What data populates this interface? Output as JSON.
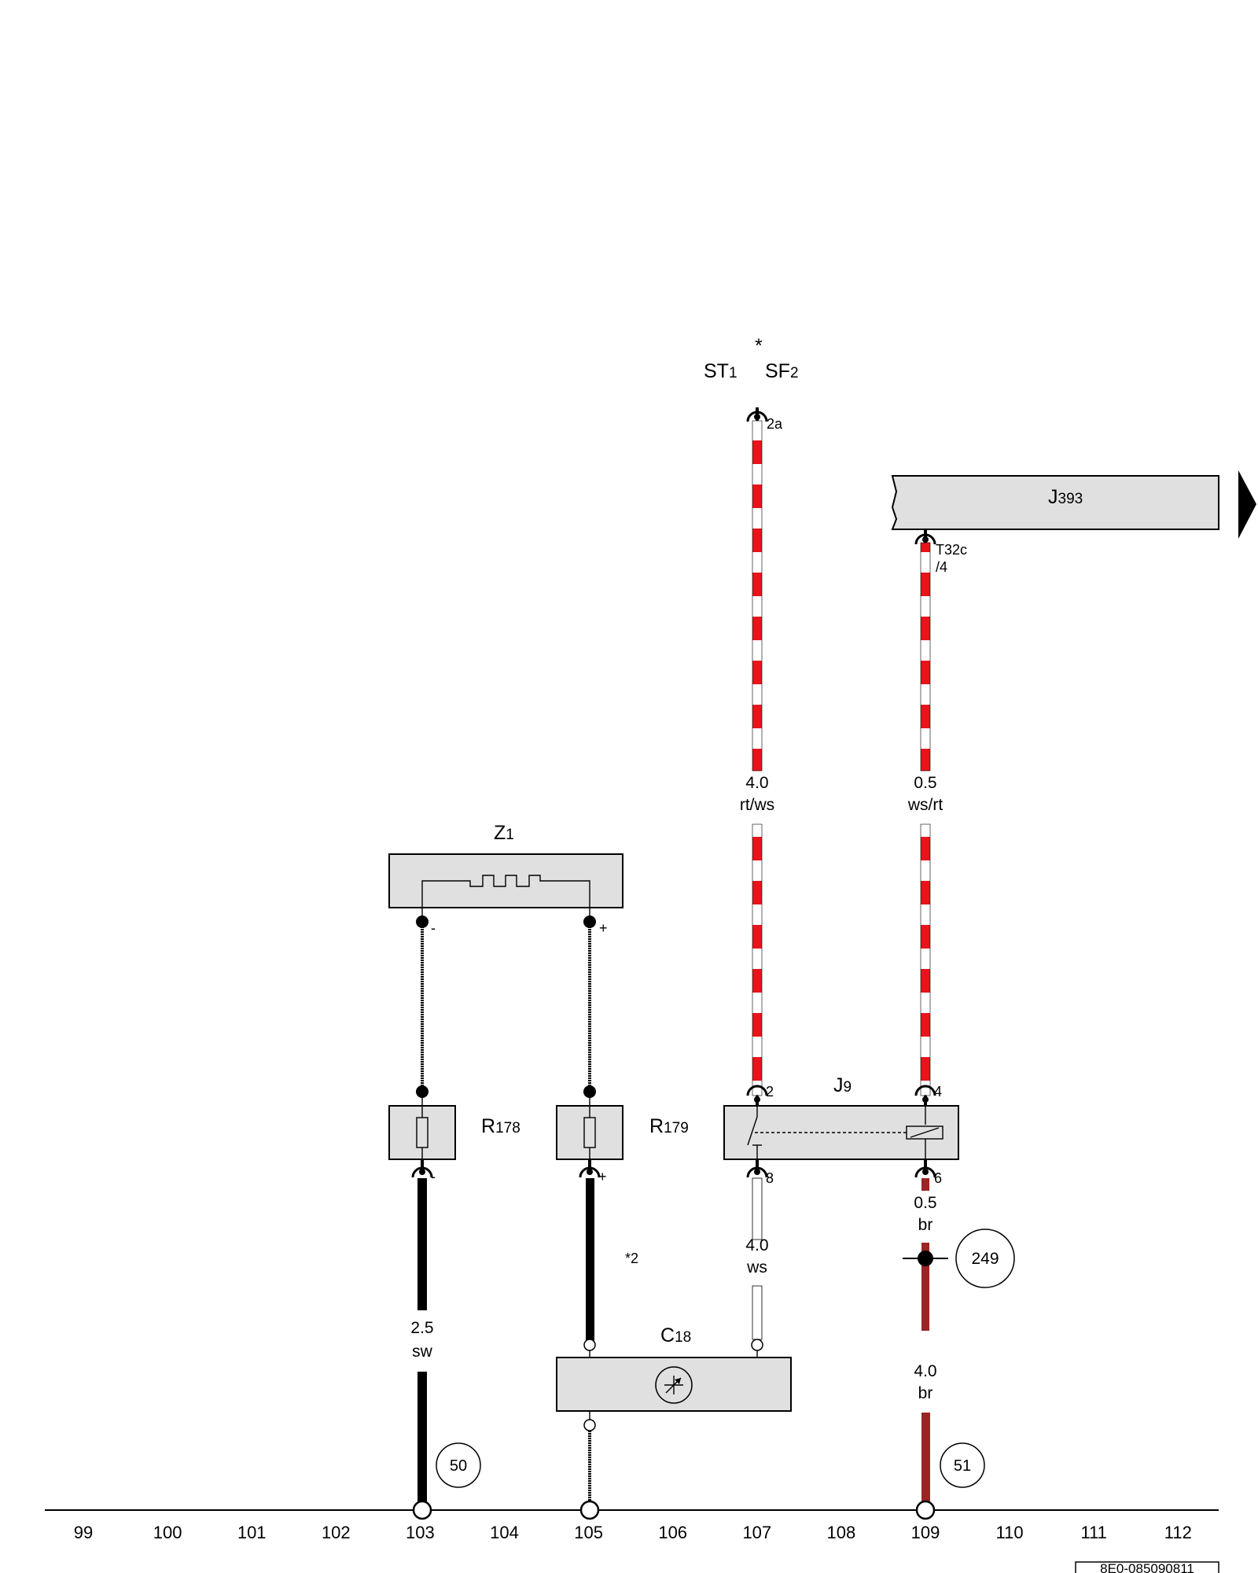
{
  "components": {
    "st1": {
      "main": "ST",
      "sub": "1"
    },
    "sf2": {
      "main": "SF",
      "sub": "2"
    },
    "star": "*",
    "j393": {
      "main": "J",
      "sub": "393"
    },
    "z1": {
      "main": "Z",
      "sub": "1"
    },
    "r178": {
      "main": "R",
      "sub": "178"
    },
    "r179": {
      "main": "R",
      "sub": "179"
    },
    "j9": {
      "main": "J",
      "sub": "9"
    },
    "c18": {
      "main": "C",
      "sub": "18"
    }
  },
  "pins": {
    "sf2_pin": "2a",
    "j393_conn": "T32c",
    "j393_pin": "/4",
    "z1_minus": "-",
    "z1_plus": "+",
    "r178_minus": "-",
    "r179_plus": "+",
    "j9_pin2": "2",
    "j9_pin4": "4",
    "j9_pin8": "8",
    "j9_pin6": "6"
  },
  "wires": {
    "w107_top": {
      "size": "4.0",
      "color": "rt/ws"
    },
    "w109_top": {
      "size": "0.5",
      "color": "ws/rt"
    },
    "w107_bottom": {
      "size": "4.0",
      "color": "ws"
    },
    "w109_mid": {
      "size": "0.5",
      "color": "br"
    },
    "w109_bottom": {
      "size": "4.0",
      "color": "br"
    },
    "w103": {
      "size": "2.5",
      "color": "sw"
    }
  },
  "footnote": "*2",
  "refs": {
    "r249": "249",
    "r50": "50",
    "r51": "51"
  },
  "columns": [
    "99",
    "100",
    "101",
    "102",
    "103",
    "104",
    "105",
    "106",
    "107",
    "108",
    "109",
    "110",
    "111",
    "112"
  ],
  "doc_id": "8E0-085090811",
  "colors": {
    "red": "#e8141c",
    "brown": "#9b2425",
    "grey_box": "#e0e0e0"
  }
}
